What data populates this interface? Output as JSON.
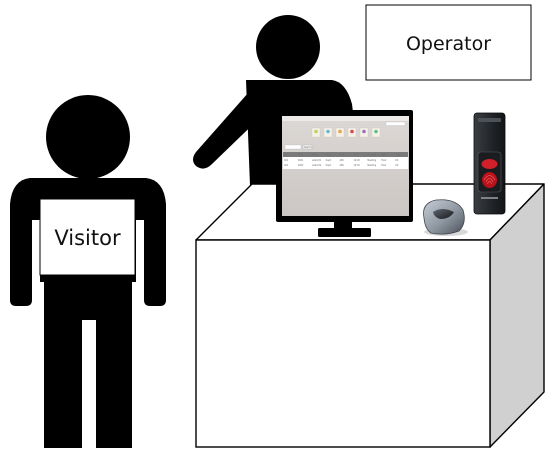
{
  "labels": {
    "operator": "Operator",
    "visitor": "Visitor"
  },
  "monitor_screen": {
    "filter_button": "Search",
    "columns": [
      "No.",
      "Card",
      "Name",
      "Dept.",
      "Visit",
      "Time",
      "Purpose",
      "Host",
      "Status"
    ],
    "rows": [
      [
        "001",
        "0001",
        "visitor01",
        "Dept.",
        "ABC",
        "10:00",
        "Meeting",
        "Host",
        "OK"
      ],
      [
        "002",
        "0002",
        "visitor02",
        "Dept.",
        "ABC",
        "10:30",
        "Meeting",
        "Host",
        "OK"
      ]
    ]
  },
  "icons": {
    "operator_figure": "person-standing-icon",
    "visitor_figure": "person-standing-icon",
    "fingerprint_scanner": "fingerprint-scanner-icon",
    "access_terminal": "access-terminal-icon"
  },
  "colors": {
    "figure": "#000000",
    "desk_front": "#ffffff",
    "desk_side": "#d0d0d0",
    "screen_background": "#d6d2cf",
    "terminal_red": "#d1202a",
    "scanner_body": "#8e97a1"
  }
}
